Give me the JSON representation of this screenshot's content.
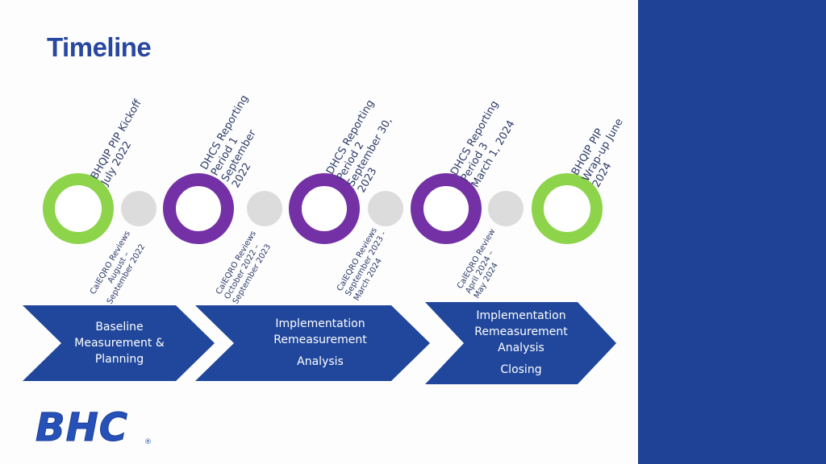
{
  "title": "Timeline",
  "milestones": [
    {
      "lines": [
        "BHQIP PIP Kickoff",
        "July 2022"
      ],
      "ring": "green"
    },
    {
      "lines": [
        "DHCS Reporting",
        "Period 1",
        "September",
        "2022"
      ],
      "ring": "purple"
    },
    {
      "lines": [
        "DHCS Reporting",
        "Period 2",
        "September  30,",
        "2023"
      ],
      "ring": "purple"
    },
    {
      "lines": [
        "DHCS Reporting",
        "Period 3",
        "March 1, 2024"
      ],
      "ring": "purple"
    },
    {
      "lines": [
        "BHQIP PIP",
        "Wrap-up June",
        "2024"
      ],
      "ring": "green"
    }
  ],
  "reviews": [
    {
      "lines": [
        "CalEQRO Reviews",
        "August –",
        "September 2022"
      ]
    },
    {
      "lines": [
        "CalEQRO Reviews",
        "October 2022 –",
        "September 2023"
      ]
    },
    {
      "lines": [
        "CalEQRO Reviews",
        "September 2023 -",
        "March  2024"
      ]
    },
    {
      "lines": [
        "CalEQRO Review",
        "April 2024 –",
        "May 2024"
      ]
    }
  ],
  "phases": [
    {
      "lines": [
        "Baseline",
        "Measurement &",
        "Planning"
      ]
    },
    {
      "lines": [
        "Implementation",
        "Remeasurement",
        "",
        "Analysis"
      ]
    },
    {
      "lines": [
        "Implementation",
        "Remeasurement",
        "Analysis",
        "",
        "Closing"
      ]
    }
  ],
  "logo": {
    "text": "BHC",
    "mark": "®"
  },
  "colors": {
    "sidebar": "#1f4297",
    "title": "#2747a0",
    "green": "#8dd44b",
    "purple": "#7431a5",
    "gray": "#dcdcdc",
    "arrow": "#20479b"
  }
}
